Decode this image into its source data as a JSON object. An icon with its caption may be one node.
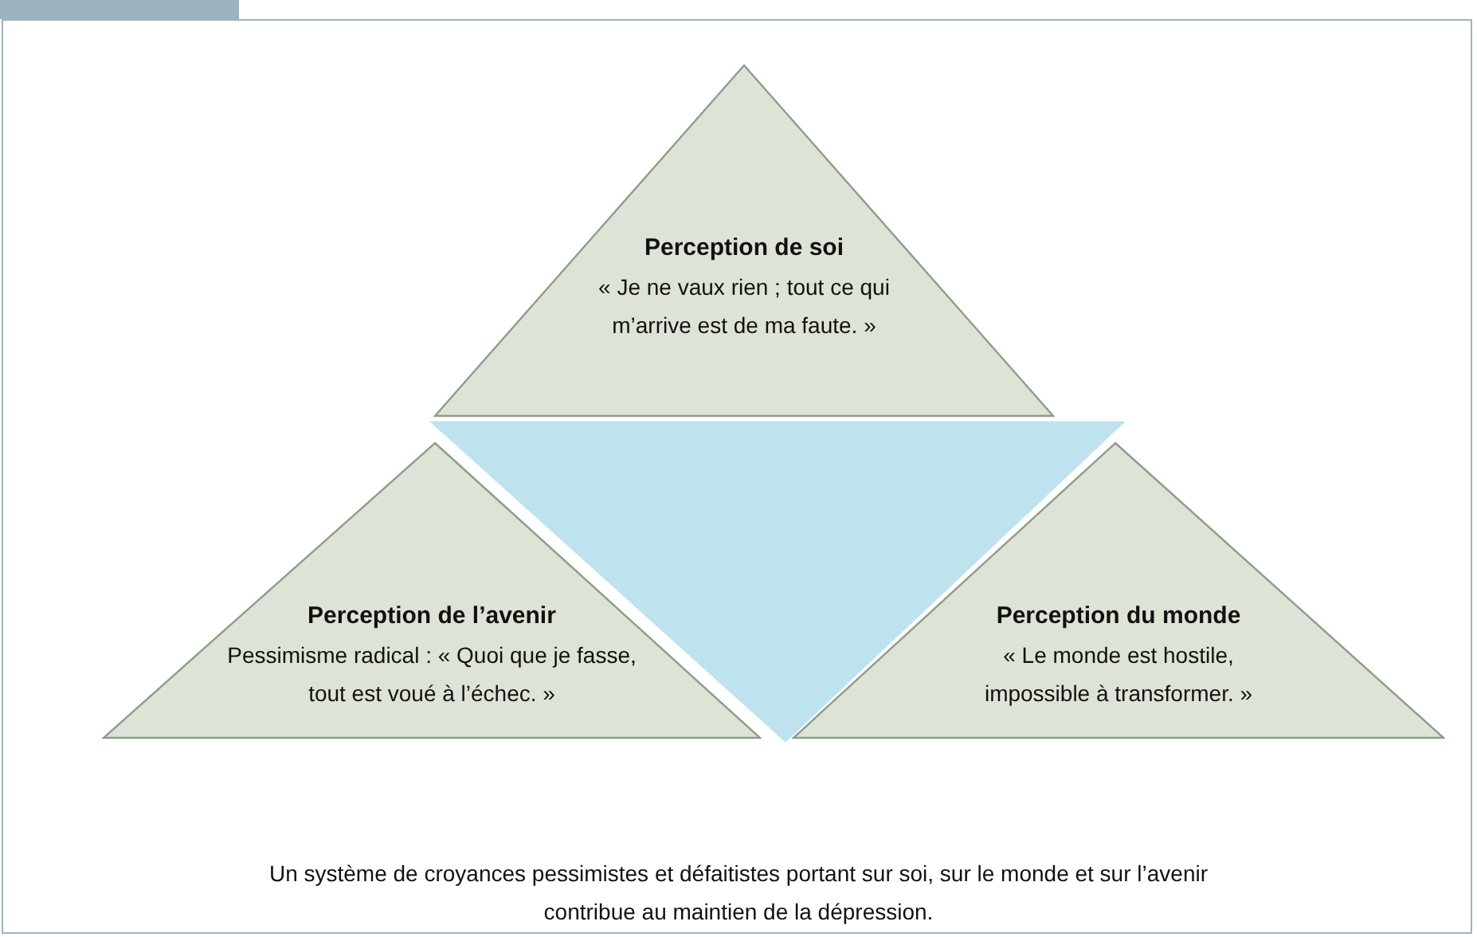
{
  "diagram": {
    "nodes": [
      {
        "text": [
          "Perception de soi",
          "« Je ne vaux rien ; tout ce qui m’arrive est de ma faute. »"
        ]
      },
      {
        "text": [],
        "shape": "triangle"
      },
      {
        "text": [
          "Perception de l’avenir",
          "Pessimisme radical : « Quoi que je fasse, tout est voué à l’échec. »"
        ]
      },
      {
        "text": [
          "Perception du monde",
          "« Le monde est hostile, impossible à transformer. »"
        ]
      }
    ],
    "caption": "Un système de croyances pessimistes et défaitistes portant sur soi, sur le monde et sur l’avenir contribue au maintien de la dépression."
  }
}
